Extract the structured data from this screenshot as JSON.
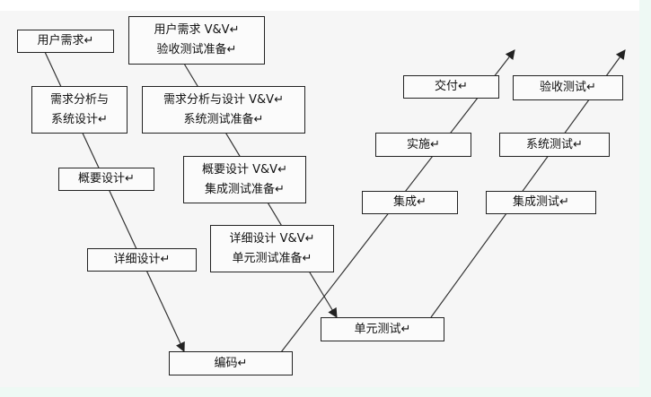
{
  "development": {
    "user_requirements": "用户需求↵",
    "analysis_line1": "需求分析与",
    "analysis_line2": "系统设计↵",
    "outline_design": "概要设计↵",
    "detail_design": "详细设计↵",
    "coding": "编码↵"
  },
  "verification": {
    "user_vv_line1": "用户需求 V&V↵",
    "user_vv_line2": "验收测试准备↵",
    "analysis_vv_line1": "需求分析与设计 V&V↵",
    "analysis_vv_line2": "系统测试准备↵",
    "outline_vv_line1": "概要设计 V&V↵",
    "outline_vv_line2": "集成测试准备↵",
    "detail_vv_line1": "详细设计 V&V↵",
    "detail_vv_line2": "单元测试准备↵"
  },
  "delivery": {
    "integration": "集成↵",
    "implementation": "实施↵",
    "handover": "交付↵"
  },
  "testing": {
    "unit_test": "单元测试↵",
    "integration_test": "集成测试↵",
    "system_test": "系统测试↵",
    "acceptance_test": "验收测试↵"
  },
  "colors": {
    "line": "#222222",
    "box_border": "#222222",
    "background": "#f6f6f6",
    "frame": "#eef9f4"
  }
}
